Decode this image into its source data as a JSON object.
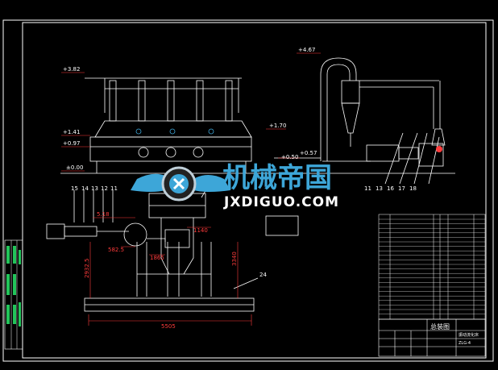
{
  "drawing": {
    "elevations": [
      "+4.67",
      "+3.82",
      "+1.41",
      "+0.97",
      "+1.70",
      "+0.50",
      "+0.57",
      "±0.00"
    ],
    "dimensions": [
      "5.18",
      "582.5",
      "2932.5",
      "1865",
      "3340",
      "5505",
      "1140"
    ],
    "part_numbers_top": [
      "11",
      "13",
      "16",
      "17",
      "18"
    ],
    "part_numbers_left": [
      "15",
      "14",
      "13",
      "12",
      "11"
    ],
    "part_number_right": "24",
    "title_block": {
      "title": "总装图",
      "name_cell": "振动流化床",
      "code_cell": "ZLG-4"
    }
  },
  "watermark": {
    "chinese": "机械帝国",
    "english": "JXDIGUO.COM"
  }
}
